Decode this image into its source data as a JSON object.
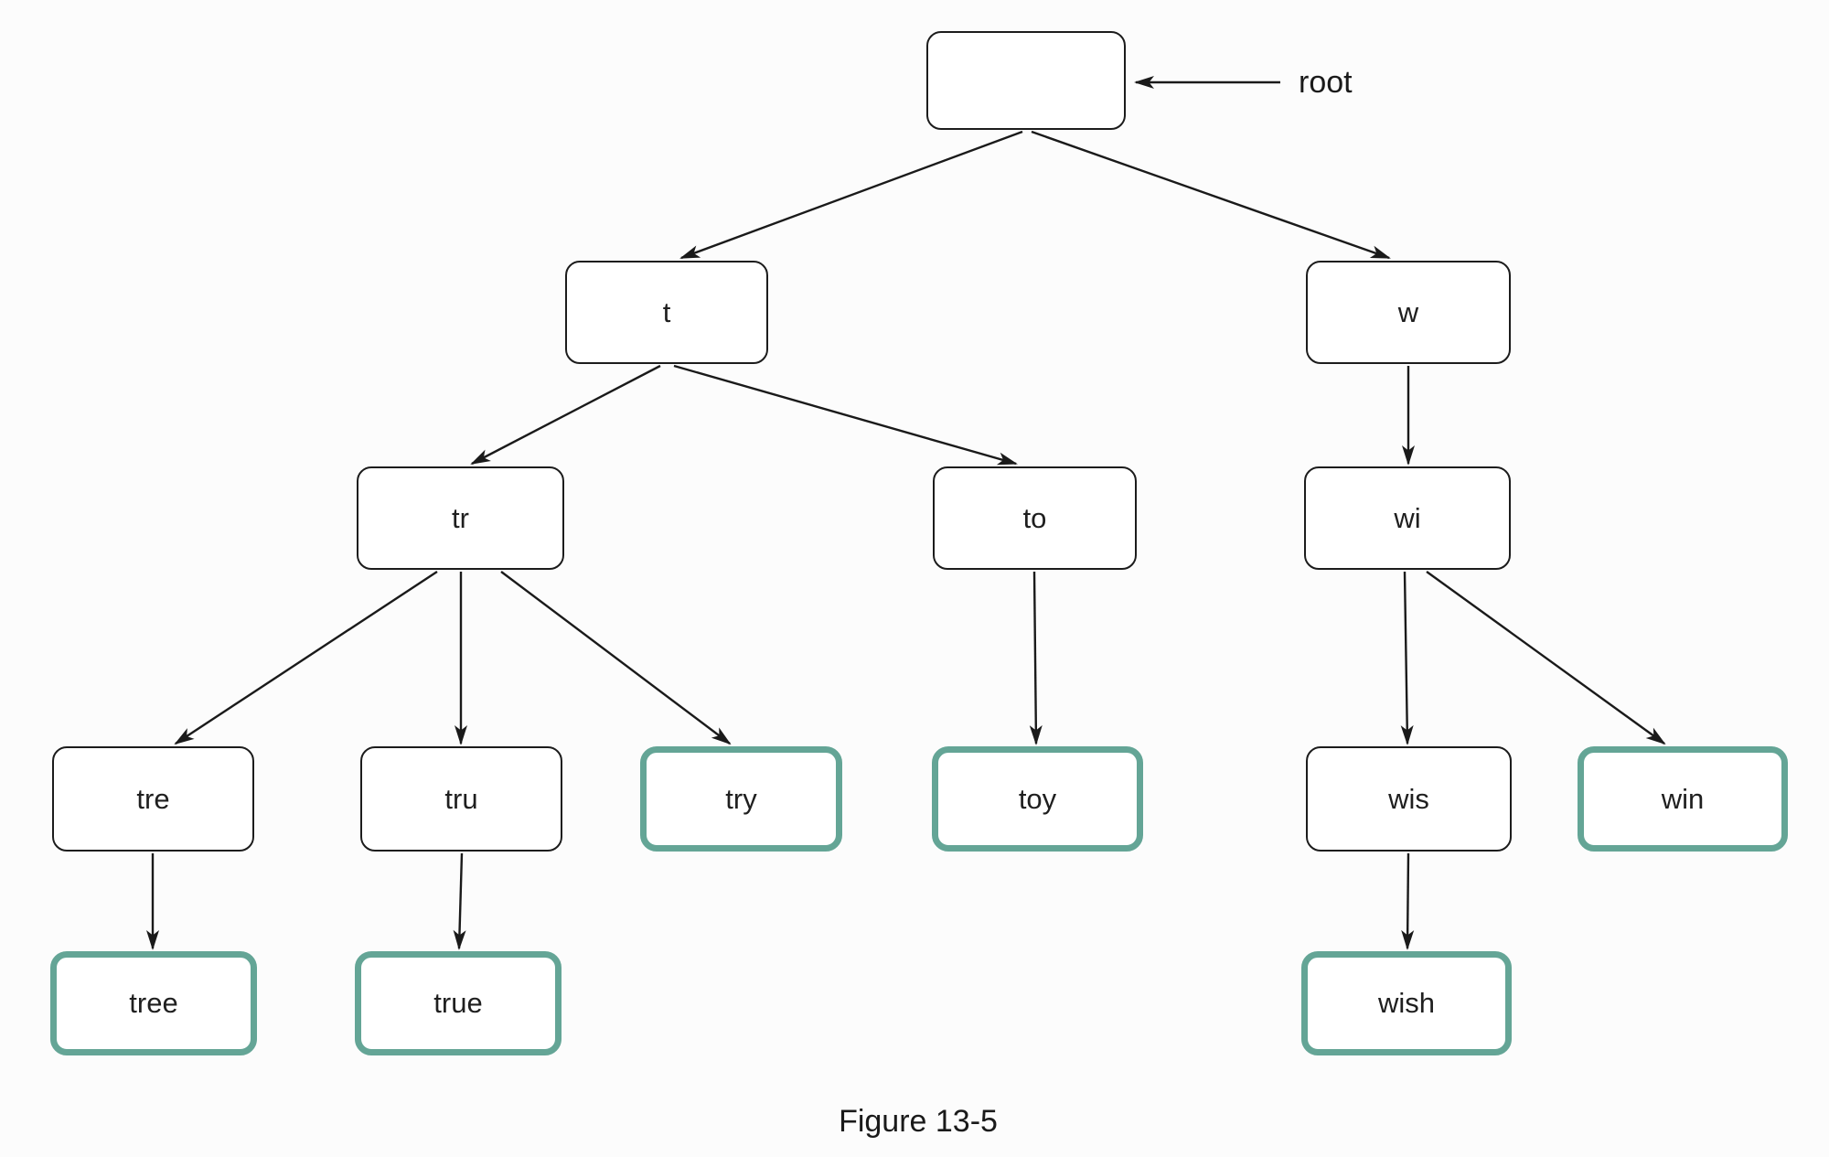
{
  "figure": {
    "caption": "Figure 13-5"
  },
  "labels": {
    "root_pointer": "root"
  },
  "colors": {
    "node_border": "#1c1c1c",
    "word_node_border": "#64a596",
    "edge": "#1a1a1a",
    "text": "#1f1f1f",
    "background": "#fcfcfc"
  },
  "diagram": {
    "type": "trie",
    "nodes": {
      "root": {
        "label": "",
        "is_word": false
      },
      "t": {
        "label": "t",
        "is_word": false
      },
      "w": {
        "label": "w",
        "is_word": false
      },
      "tr": {
        "label": "tr",
        "is_word": false
      },
      "to": {
        "label": "to",
        "is_word": false
      },
      "wi": {
        "label": "wi",
        "is_word": false
      },
      "tre": {
        "label": "tre",
        "is_word": false
      },
      "tru": {
        "label": "tru",
        "is_word": false
      },
      "try": {
        "label": "try",
        "is_word": true
      },
      "toy": {
        "label": "toy",
        "is_word": true
      },
      "wis": {
        "label": "wis",
        "is_word": false
      },
      "win": {
        "label": "win",
        "is_word": true
      },
      "tree": {
        "label": "tree",
        "is_word": true
      },
      "true": {
        "label": "true",
        "is_word": true
      },
      "wish": {
        "label": "wish",
        "is_word": true
      }
    },
    "edges": [
      [
        "root",
        "t"
      ],
      [
        "root",
        "w"
      ],
      [
        "t",
        "tr"
      ],
      [
        "t",
        "to"
      ],
      [
        "w",
        "wi"
      ],
      [
        "tr",
        "tre"
      ],
      [
        "tr",
        "tru"
      ],
      [
        "tr",
        "try"
      ],
      [
        "to",
        "toy"
      ],
      [
        "wi",
        "wis"
      ],
      [
        "wi",
        "win"
      ],
      [
        "tre",
        "tree"
      ],
      [
        "tru",
        "true"
      ],
      [
        "wis",
        "wish"
      ]
    ],
    "words_marked": [
      "try",
      "toy",
      "win",
      "tree",
      "true",
      "wish"
    ]
  }
}
